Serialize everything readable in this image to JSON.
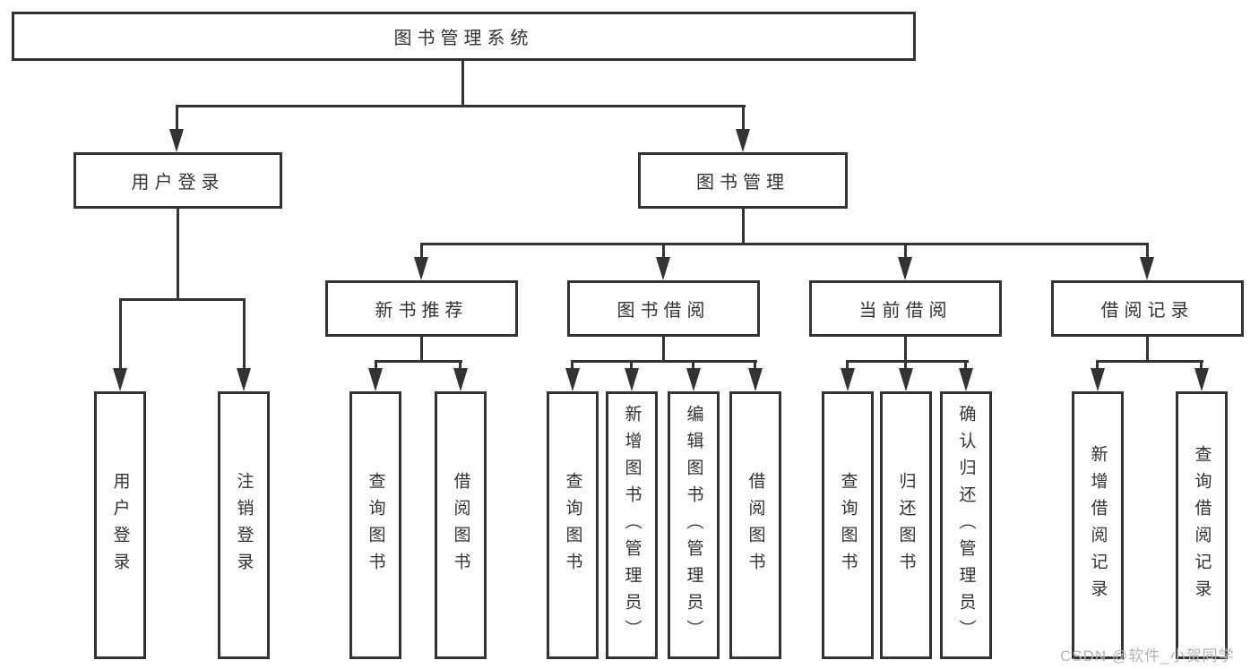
{
  "diagram": {
    "root": "图书管理系统",
    "level2": {
      "user_login": "用户登录",
      "book_mgmt": "图书管理"
    },
    "level3": {
      "new_book": "新书推荐",
      "book_borrow": "图书借阅",
      "current_borrow": "当前借阅",
      "borrow_record": "借阅记录"
    },
    "leaves": {
      "user_login_1": "用户登录",
      "user_login_2": "注销登录",
      "new_book_1": "查询图书",
      "new_book_2": "借阅图书",
      "book_borrow_1": "查询图书",
      "book_borrow_2": "新增图书（管理员）",
      "book_borrow_3": "编辑图书（管理员）",
      "book_borrow_4": "借阅图书",
      "current_borrow_1": "查询图书",
      "current_borrow_2": "归还图书",
      "current_borrow_3": "确认归还（管理员）",
      "borrow_record_1": "新增借阅记录",
      "borrow_record_2": "查询借阅记录"
    },
    "watermark": "CSDN @软件_小贺同学",
    "colors": {
      "line": "#333333",
      "text": "#333333",
      "watermark": "#b5b5b5",
      "background": "#ffffff"
    }
  }
}
